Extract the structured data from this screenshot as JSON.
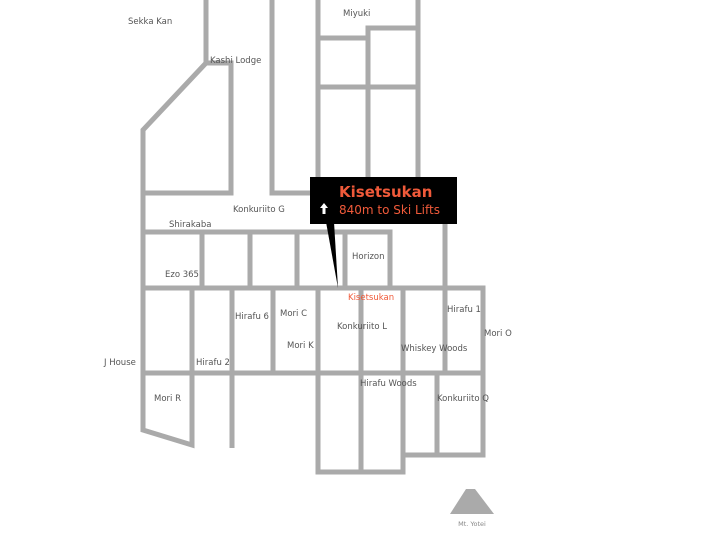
{
  "callout": {
    "title": "Kisetsukan",
    "subtitle": "840m to Ski Lifts",
    "arrow_icon": "up-arrow-icon"
  },
  "colors": {
    "highlight": "#f05a3a",
    "road": "#aaaaaa",
    "marker": "#555555",
    "callout_bg": "#000000"
  },
  "highlight_label": "Kisetsukan",
  "labels": {
    "sekka_kan": "Sekka Kan",
    "miyuki": "Miyuki",
    "kashi_lodge": "Kashi Lodge",
    "konkuriito_g": "Konkuriito G",
    "shirakaba": "Shirakaba",
    "horizon": "Horizon",
    "ezo_365": "Ezo 365",
    "hirafu_6": "Hirafu 6",
    "mori_c": "Mori C",
    "konkuriito_l": "Konkuriito L",
    "hirafu_1": "Hirafu 1",
    "mori_o": "Mori O",
    "mori_k": "Mori K",
    "whiskey_woods": "Whiskey Woods",
    "j_house": "J House",
    "hirafu_2": "Hirafu 2",
    "mori_r": "Mori R",
    "hirafu_woods": "Hirafu Woods",
    "konkuriito_q": "Konkuriito Q"
  },
  "landmark": {
    "label": "Mt. Yotei"
  }
}
